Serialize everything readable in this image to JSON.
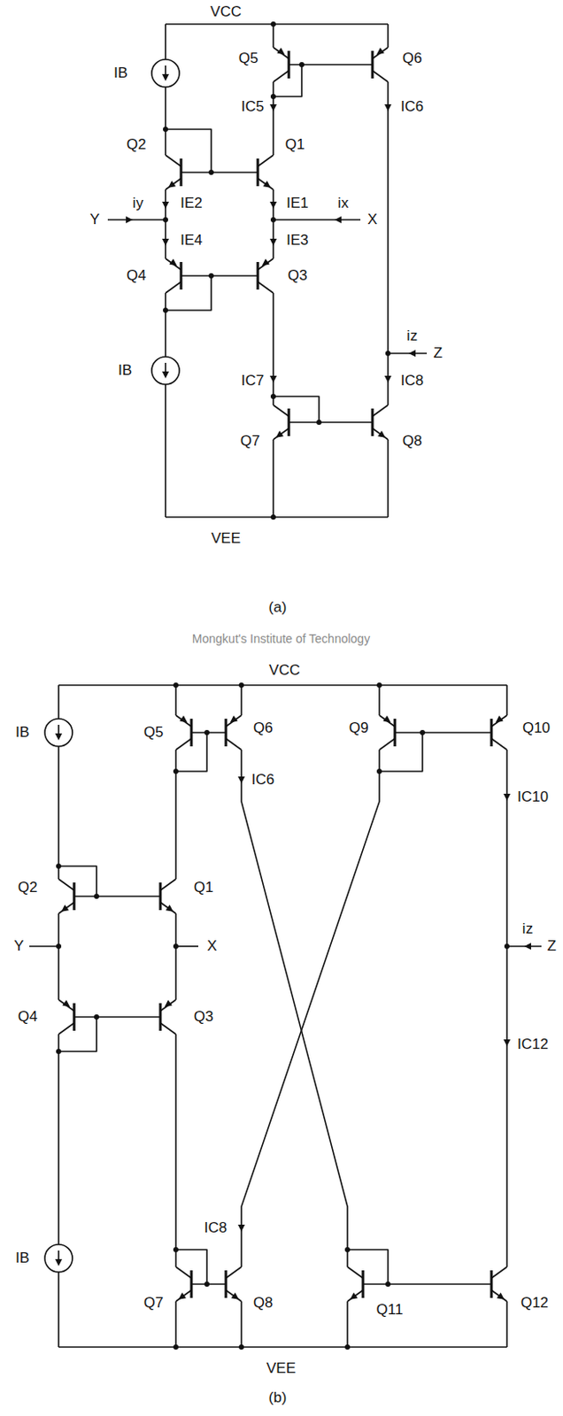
{
  "diagram": {
    "labels": [
      "VCC",
      "IB",
      "Q5",
      "Q6",
      "IC5",
      "IC6",
      "Q2",
      "Q1",
      "iy",
      "IE2",
      "IE1",
      "ix",
      "iz",
      "Y",
      "X",
      "Z",
      "IE4",
      "IE3",
      "Q4",
      "Q3",
      "IC7",
      "IC8",
      "IB",
      "Q7",
      "Q8",
      "VEE",
      "(a)",
      "Mongkut's Institute of Technology",
      "VCC",
      "IB",
      "Q5",
      "Q6",
      "IC6",
      "Q9",
      "Q10",
      "IC10",
      "Q2",
      "Q1",
      "Y",
      "X",
      "iz",
      "Z",
      "Q4",
      "Q3",
      "IC12",
      "IC8",
      "IB",
      "Q7",
      "Q8",
      "Q11",
      "Q12",
      "VEE",
      "(b)"
    ]
  }
}
